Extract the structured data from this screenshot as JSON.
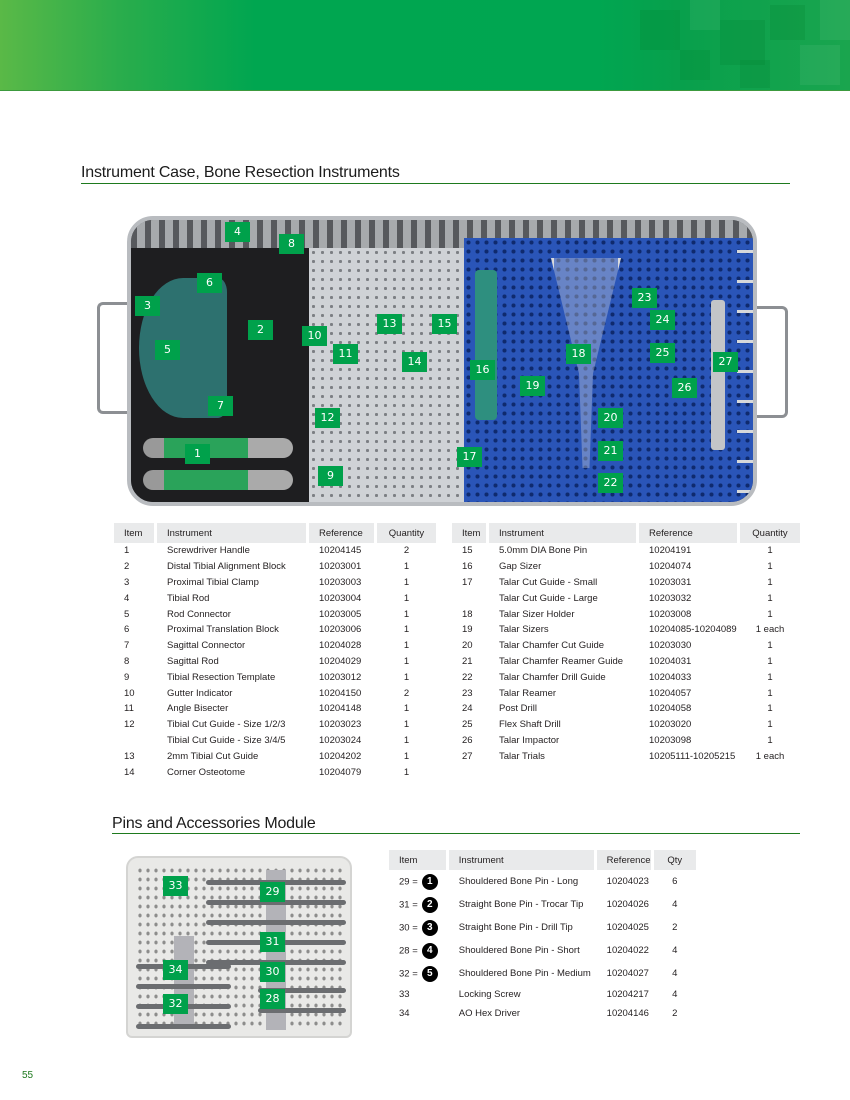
{
  "page": {
    "page_number": "55",
    "accent_color": "#00a14b",
    "rule_color": "#1e7a1e"
  },
  "section1": {
    "title": "Instrument Case, Bone Resection Instruments",
    "photo_alt": "Instrument case photo with numbered callouts 1-27",
    "callouts": [
      "1",
      "2",
      "3",
      "4",
      "5",
      "6",
      "7",
      "8",
      "9",
      "10",
      "11",
      "12",
      "13",
      "14",
      "15",
      "16",
      "17",
      "18",
      "19",
      "20",
      "21",
      "22",
      "23",
      "24",
      "25",
      "26",
      "27"
    ],
    "table_headers": {
      "item": "Item",
      "instrument": "Instrument",
      "reference": "Reference",
      "quantity": "Quantity"
    },
    "left_rows": [
      {
        "item": "1",
        "instrument": "Screwdriver Handle",
        "reference": "10204145",
        "quantity": "2"
      },
      {
        "item": "2",
        "instrument": "Distal Tibial Alignment Block",
        "reference": "10203001",
        "quantity": "1"
      },
      {
        "item": "3",
        "instrument": "Proximal Tibial Clamp",
        "reference": "10203003",
        "quantity": "1"
      },
      {
        "item": "4",
        "instrument": "Tibial Rod",
        "reference": "10203004",
        "quantity": "1"
      },
      {
        "item": "5",
        "instrument": "Rod Connector",
        "reference": "10203005",
        "quantity": "1"
      },
      {
        "item": "6",
        "instrument": "Proximal Translation Block",
        "reference": "10203006",
        "quantity": "1"
      },
      {
        "item": "7",
        "instrument": "Sagittal Connector",
        "reference": "10204028",
        "quantity": "1"
      },
      {
        "item": "8",
        "instrument": "Sagittal Rod",
        "reference": "10204029",
        "quantity": "1"
      },
      {
        "item": "9",
        "instrument": "Tibial Resection Template",
        "reference": "10203012",
        "quantity": "1"
      },
      {
        "item": "10",
        "instrument": "Gutter Indicator",
        "reference": "10204150",
        "quantity": "2"
      },
      {
        "item": "11",
        "instrument": "Angle Bisecter",
        "reference": "10204148",
        "quantity": "1"
      },
      {
        "item": "12",
        "instrument": "Tibial Cut Guide - Size 1/2/3",
        "reference": "10203023",
        "quantity": "1"
      },
      {
        "item": "",
        "instrument": "Tibial Cut Guide - Size 3/4/5",
        "reference": "10203024",
        "quantity": "1"
      },
      {
        "item": "13",
        "instrument": "2mm Tibial Cut Guide",
        "reference": "10204202",
        "quantity": "1"
      },
      {
        "item": "14",
        "instrument": "Corner Osteotome",
        "reference": "10204079",
        "quantity": "1"
      }
    ],
    "right_rows": [
      {
        "item": "15",
        "instrument": "5.0mm DIA Bone Pin",
        "reference": "10204191",
        "quantity": "1"
      },
      {
        "item": "16",
        "instrument": "Gap Sizer",
        "reference": "10204074",
        "quantity": "1"
      },
      {
        "item": "17",
        "instrument": "Talar Cut Guide - Small",
        "reference": "10203031",
        "quantity": "1"
      },
      {
        "item": "",
        "instrument": "Talar Cut Guide - Large",
        "reference": "10203032",
        "quantity": "1"
      },
      {
        "item": "18",
        "instrument": "Talar Sizer Holder",
        "reference": "10203008",
        "quantity": "1"
      },
      {
        "item": "19",
        "instrument": "Talar Sizers",
        "reference": "10204085-10204089",
        "quantity": "1 each"
      },
      {
        "item": "20",
        "instrument": "Talar Chamfer Cut Guide",
        "reference": "10203030",
        "quantity": "1"
      },
      {
        "item": "21",
        "instrument": "Talar Chamfer Reamer Guide",
        "reference": "10204031",
        "quantity": "1"
      },
      {
        "item": "22",
        "instrument": "Talar Chamfer Drill Guide",
        "reference": "10204033",
        "quantity": "1"
      },
      {
        "item": "23",
        "instrument": "Talar Reamer",
        "reference": "10204057",
        "quantity": "1"
      },
      {
        "item": "24",
        "instrument": "Post Drill",
        "reference": "10204058",
        "quantity": "1"
      },
      {
        "item": "25",
        "instrument": "Flex Shaft Drill",
        "reference": "10203020",
        "quantity": "1"
      },
      {
        "item": "26",
        "instrument": "Talar Impactor",
        "reference": "10203098",
        "quantity": "1"
      },
      {
        "item": "27",
        "instrument": "Talar Trials",
        "reference": "10205111-10205215",
        "quantity": "1 each"
      }
    ]
  },
  "section2": {
    "title": "Pins and Accessories Module",
    "callouts": [
      "33",
      "29",
      "31",
      "34",
      "30",
      "32",
      "28"
    ],
    "table_headers": {
      "item": "Item",
      "instrument": "Instrument",
      "reference": "Reference",
      "quantity": "Qty"
    },
    "rows": [
      {
        "item": "29 =",
        "badge": "1",
        "instrument": "Shouldered Bone Pin - Long",
        "reference": "10204023",
        "quantity": "6"
      },
      {
        "item": "31 =",
        "badge": "2",
        "instrument": "Straight Bone Pin - Trocar Tip",
        "reference": "10204026",
        "quantity": "4"
      },
      {
        "item": "30 =",
        "badge": "3",
        "instrument": "Straight Bone Pin - Drill Tip",
        "reference": "10204025",
        "quantity": "2"
      },
      {
        "item": "28 =",
        "badge": "4",
        "instrument": "Shouldered Bone Pin - Short",
        "reference": "10204022",
        "quantity": "4"
      },
      {
        "item": "32 =",
        "badge": "5",
        "instrument": "Shouldered Bone Pin - Medium",
        "reference": "10204027",
        "quantity": "4"
      },
      {
        "item": "33",
        "badge": "",
        "instrument": "Locking Screw",
        "reference": "10204217",
        "quantity": "4"
      },
      {
        "item": "34",
        "badge": "",
        "instrument": "AO Hex Driver",
        "reference": "10204146",
        "quantity": "2"
      }
    ]
  }
}
